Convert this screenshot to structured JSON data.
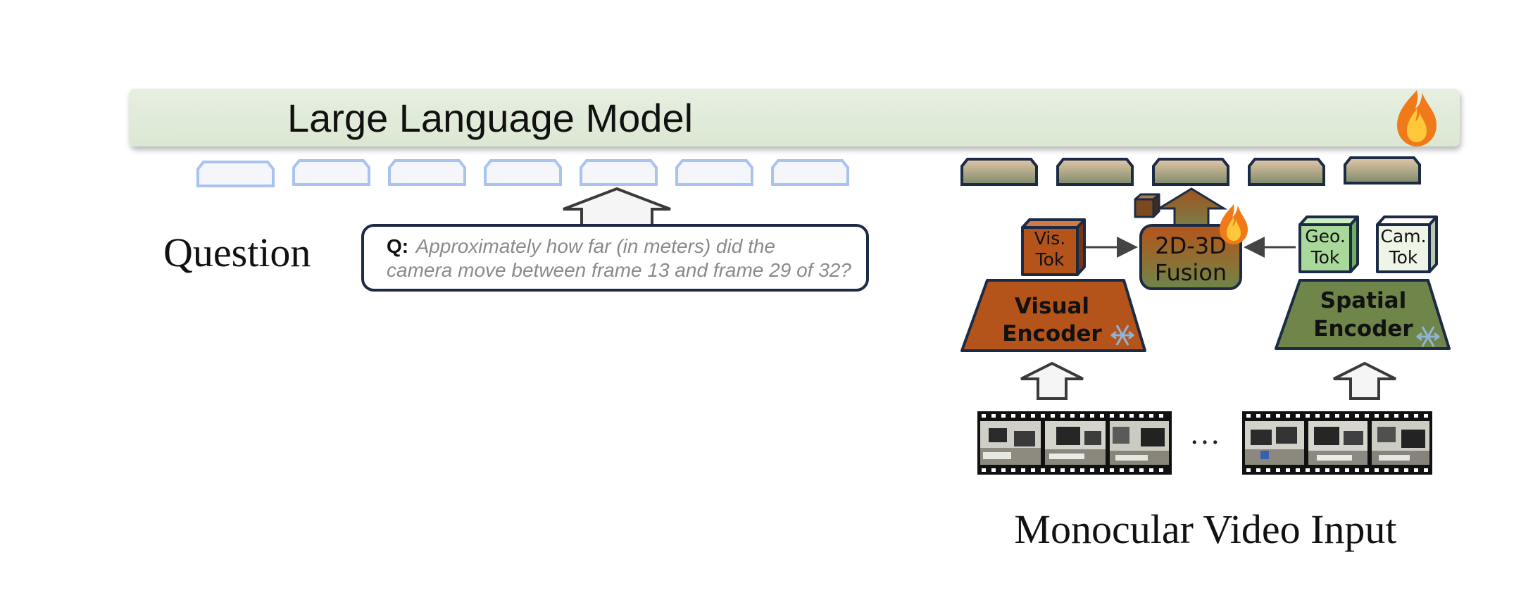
{
  "llm": {
    "title": "Large Language Model"
  },
  "question": {
    "label": "Question",
    "prefix": "Q:",
    "line1": "Approximately how far (in meters) did the",
    "line2": "camera move between frame 13 and frame 29 of 32?"
  },
  "visual_encoder": {
    "line1": "Visual",
    "line2": "Encoder"
  },
  "spatial_encoder": {
    "line1": "Spatial",
    "line2": "Encoder"
  },
  "tokens": {
    "vis": {
      "line1": "Vis.",
      "line2": "Tok"
    },
    "geo": {
      "line1": "Geo.",
      "line2": "Tok"
    },
    "cam": {
      "line1": "Cam.",
      "line2": "Tok"
    }
  },
  "fusion": {
    "line1": "2D-3D",
    "line2": "Fusion"
  },
  "video": {
    "label": "Monocular Video Input",
    "ellipsis": "…"
  },
  "icons": {
    "trainable": "fire-icon",
    "frozen": "snowflake-icon"
  },
  "colors": {
    "llm_bar": "#e3eddc",
    "text_token_stroke": "#a9c3f0",
    "visual_encoder": "#b5541a",
    "spatial_encoder": "#6f8549",
    "geo_tok": "#a8d99a",
    "cam_tok": "#eef5e6",
    "outline": "#1c2b45"
  }
}
